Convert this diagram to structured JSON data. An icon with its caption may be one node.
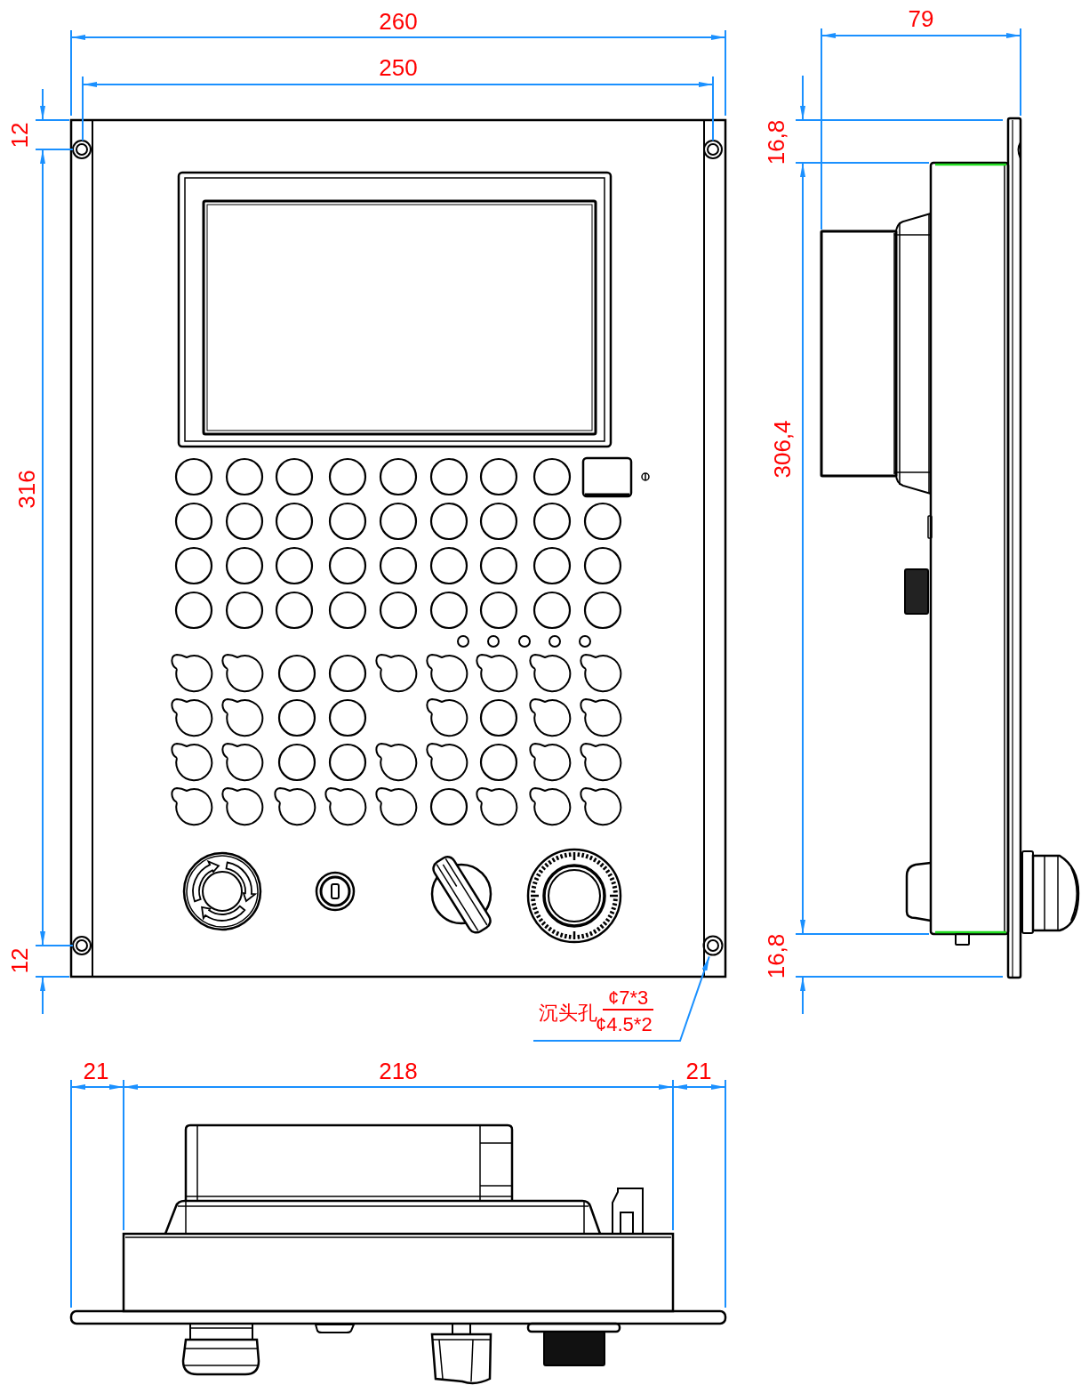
{
  "diagram": {
    "nodes": [
      {
        "text": [
          "沉头孔",
          "¢7*3",
          "¢4.5*2"
        ]
      },
      {
        "text": [],
        "shape": "circle"
      }
    ],
    "edges": [
      {
        "from": 0,
        "to": 1,
        "arrow": "to"
      }
    ],
    "labels": [
      "79",
      "260",
      "250",
      "12",
      "16,8",
      "316",
      "306,4",
      "12",
      "16,8",
      "21",
      "218",
      "21"
    ]
  }
}
